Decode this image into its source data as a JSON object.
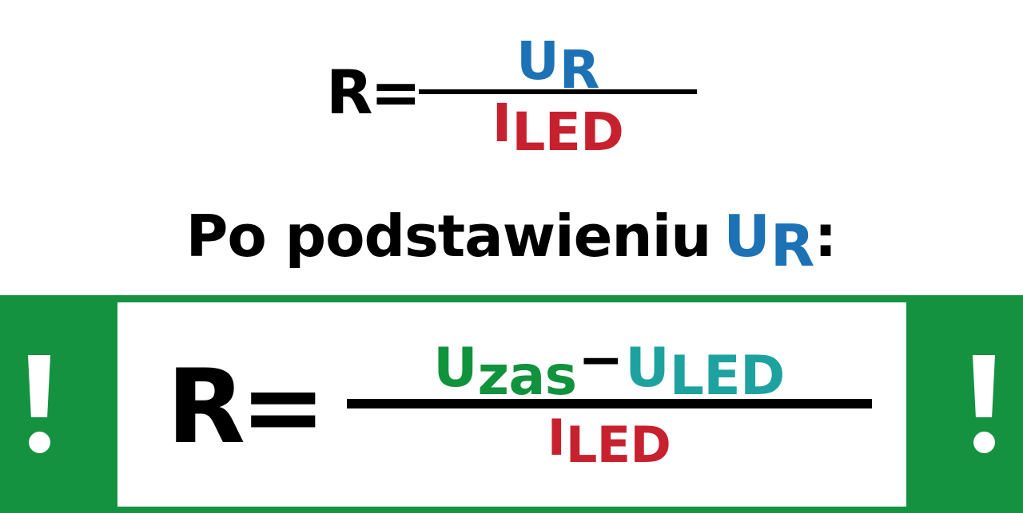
{
  "top_formula": {
    "lhs": "R=",
    "numerator": {
      "symbol": "U",
      "subscript": "R",
      "color": "#1D72B6"
    },
    "denominator": {
      "symbol": "I",
      "subscript": "LED",
      "color": "#C7212F"
    }
  },
  "caption": {
    "text": "Po podstawieniu",
    "variable": "U",
    "variable_subscript": "R",
    "variable_color": "#1D72B6",
    "punctuation": ":"
  },
  "banner": {
    "background_color": "#159240",
    "card_background_color": "#FFFFFF",
    "left_marker": "!",
    "right_marker": "!",
    "formula": {
      "lhs": "R=",
      "numerator": {
        "term_1": {
          "symbol": "U",
          "subscript": "zas",
          "color": "#11923C"
        },
        "operator": "−",
        "term_2": {
          "symbol": "U",
          "subscript": "LED",
          "color": "#1EA2A0"
        }
      },
      "denominator": {
        "symbol": "I",
        "subscript": "LED",
        "color": "#C7212F"
      }
    }
  }
}
